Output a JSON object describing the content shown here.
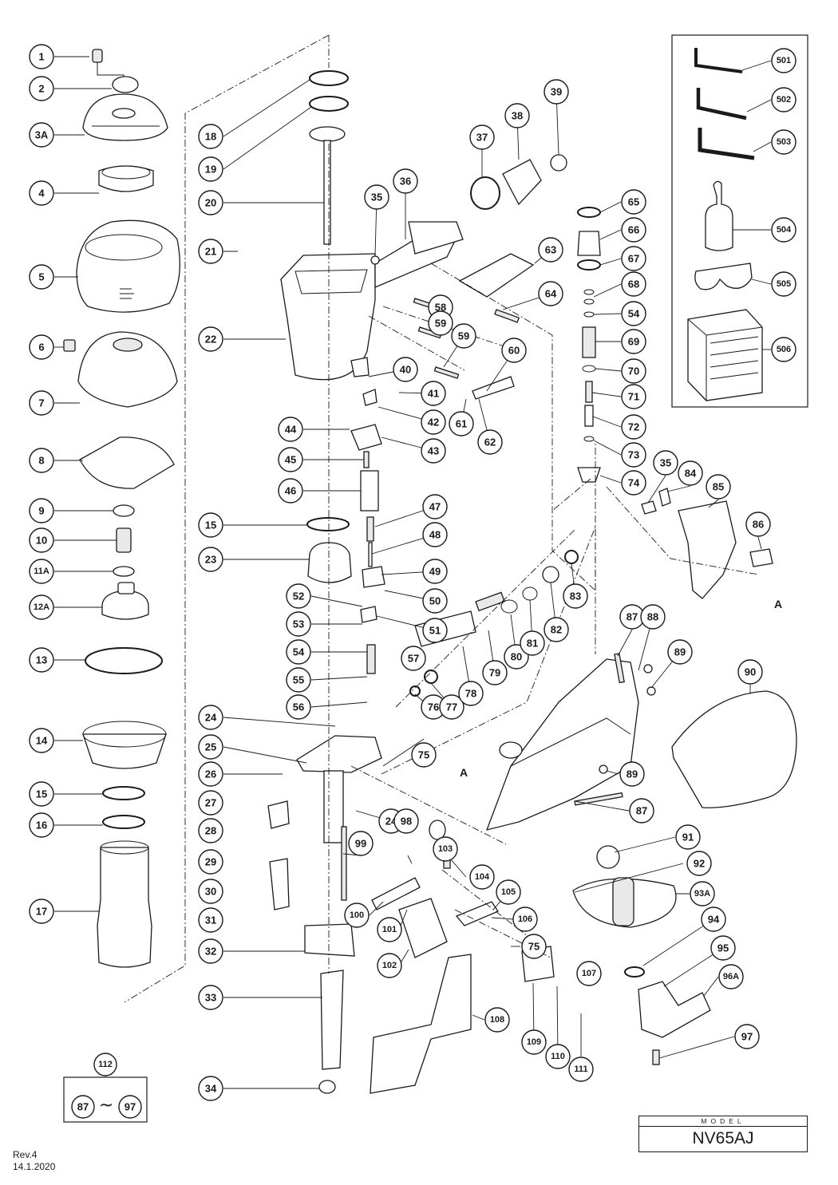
{
  "model_label": "MODEL",
  "model_name": "NV65AJ",
  "revision": "Rev.4",
  "date": "14.1.2020",
  "marker_letter": "A",
  "range_box": {
    "title": "112",
    "from": "87",
    "symbol": "~",
    "to": "97"
  },
  "part_numbers": [
    "1",
    "2",
    "3A",
    "4",
    "5",
    "6",
    "7",
    "8",
    "9",
    "10",
    "11A",
    "12A",
    "13",
    "14",
    "15",
    "16",
    "17",
    "18",
    "19",
    "20",
    "21",
    "22",
    "15",
    "23",
    "24",
    "25",
    "26",
    "27",
    "28",
    "29",
    "30",
    "31",
    "32",
    "33",
    "34",
    "35",
    "36",
    "37",
    "38",
    "39",
    "40",
    "41",
    "42",
    "43",
    "44",
    "45",
    "46",
    "47",
    "48",
    "49",
    "50",
    "51",
    "52",
    "53",
    "54",
    "55",
    "56",
    "57",
    "58",
    "59",
    "59",
    "60",
    "61",
    "62",
    "63",
    "64",
    "65",
    "66",
    "67",
    "68",
    "54",
    "69",
    "70",
    "71",
    "72",
    "73",
    "74",
    "35",
    "84",
    "85",
    "86",
    "75",
    "76",
    "77",
    "78",
    "79",
    "80",
    "81",
    "82",
    "83",
    "87",
    "88",
    "89",
    "90",
    "89",
    "87",
    "24",
    "98",
    "99",
    "103",
    "104",
    "100",
    "101",
    "102",
    "105",
    "106",
    "75",
    "107",
    "108",
    "109",
    "110",
    "111",
    "91",
    "92",
    "93A",
    "94",
    "95",
    "96A",
    "97",
    "501",
    "502",
    "503",
    "504",
    "505",
    "506"
  ]
}
